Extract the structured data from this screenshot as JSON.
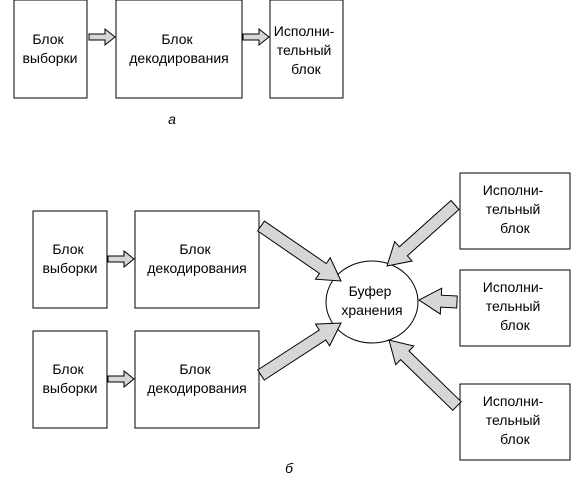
{
  "part_a": {
    "caption": "а",
    "fetch": [
      "Блок",
      "выборки"
    ],
    "decode": [
      "Блок",
      "декодирования"
    ],
    "exec": [
      "Исполни-",
      "тельный",
      "блок"
    ]
  },
  "part_b": {
    "caption": "б",
    "fetch_top": [
      "Блок",
      "выборки"
    ],
    "decode_top": [
      "Блок",
      "декодирования"
    ],
    "fetch_bottom": [
      "Блок",
      "выборки"
    ],
    "decode_bottom": [
      "Блок",
      "декодирования"
    ],
    "buffer": [
      "Буфер",
      "хранения"
    ],
    "exec_top": [
      "Исполни-",
      "тельный",
      "блок"
    ],
    "exec_middle": [
      "Исполни-",
      "тельный",
      "блок"
    ],
    "exec_bottom": [
      "Исполни-",
      "тельный",
      "блок"
    ]
  }
}
